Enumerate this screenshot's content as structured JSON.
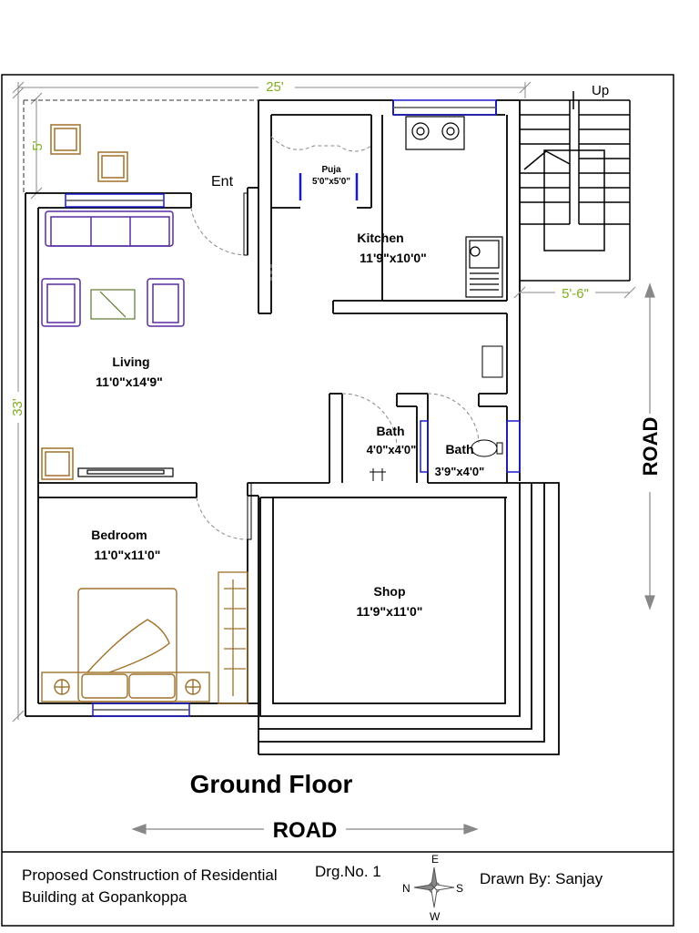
{
  "dimensions": {
    "width": "25'",
    "depth": "33'",
    "setback": "5'",
    "stair_width": "5'-6\""
  },
  "stairs": {
    "label": "Up"
  },
  "entrance": {
    "label": "Ent"
  },
  "rooms": {
    "puja": {
      "name": "Puja",
      "size": "5'0\"x5'0\""
    },
    "kitchen": {
      "name": "Kitchen",
      "size": "11'9\"x10'0\""
    },
    "living": {
      "name": "Living",
      "size": "11'0\"x14'9\""
    },
    "bath1": {
      "name": "Bath",
      "size": "4'0\"x4'0\""
    },
    "bath2": {
      "name": "Bath",
      "size": "3'9\"x4'0\""
    },
    "bedroom": {
      "name": "Bedroom",
      "size": "11'0\"x11'0\""
    },
    "shop": {
      "name": "Shop",
      "size": "11'9\"x11'0\""
    }
  },
  "road_right": "ROAD",
  "road_bottom": "ROAD",
  "floor_title": "Ground Floor",
  "title_block": {
    "project_line1": "Proposed Construction of Residential",
    "project_line2": "Building at Gopankoppa",
    "drawing_no": "Drg.No. 1",
    "drawn_by": "Drawn By: Sanjay",
    "compass": {
      "n": "N",
      "e": "E",
      "s": "S",
      "w": "W"
    }
  },
  "colors": {
    "wall": "#000000",
    "dimension": "#7fae1f",
    "window": "#1a1acc",
    "furniture_purple": "#5a2ca0",
    "furniture_brown": "#a0702a"
  }
}
